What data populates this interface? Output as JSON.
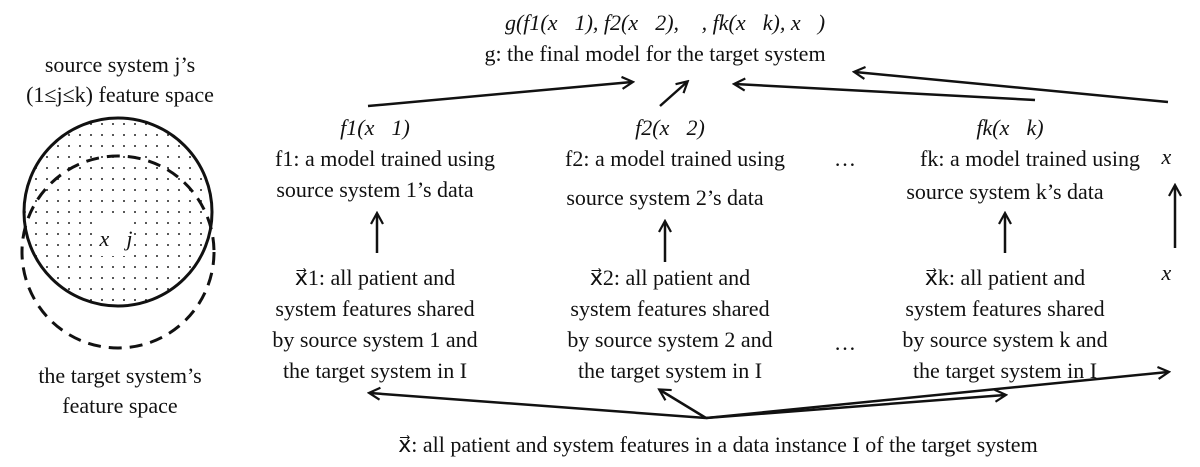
{
  "venn": {
    "source_label_1": "source system j’s",
    "source_label_2": "(1≤j≤k) feature space",
    "inner_label": "x⃗j",
    "target_label_1": "the target system’s",
    "target_label_2": "feature space"
  },
  "top": {
    "formula": "g(f1(x⃗1), f2(x⃗2), ⋯, fk(x⃗k), x⃗)",
    "description": "g: the final model for the target system"
  },
  "models": [
    {
      "output": "f1(x⃗1)",
      "line1": "f1: a model trained using",
      "line2": "source system 1’s data"
    },
    {
      "output": "f2(x⃗2)",
      "line1": "f2: a model trained using",
      "line2": "source system 2’s data"
    },
    {
      "output": "fk(x⃗k)",
      "line1": "fk: a model trained using",
      "line2": "source system k’s data"
    }
  ],
  "model_ellipsis": "…",
  "raw_feature_top": "x⃗",
  "feature_sets": [
    {
      "lines": [
        "x⃗1: all patient and",
        "system features shared",
        "by source system 1 and",
        "the target system in I"
      ]
    },
    {
      "lines": [
        "x⃗2: all patient and",
        "system features shared",
        "by source system 2 and",
        "the target system in I"
      ]
    },
    {
      "lines": [
        "x⃗k: all patient and",
        "system features shared",
        "by source system k and",
        "the target system in I"
      ]
    }
  ],
  "feature_ellipsis": "…",
  "raw_feature_mid": "x⃗",
  "bottom_label": "x⃗: all patient and system features in a data instance I of the target system"
}
